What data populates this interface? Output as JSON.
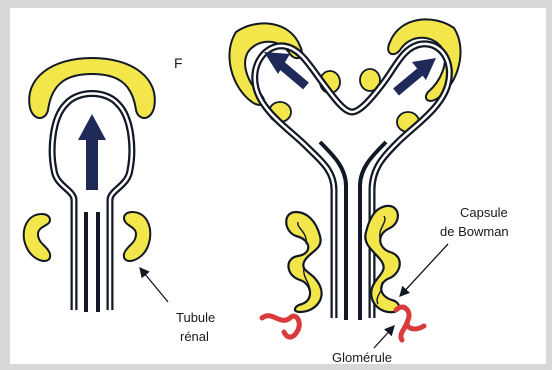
{
  "labels": {
    "panel_letter": "F",
    "tubule_line1": "Tubule",
    "tubule_line2": "rénal",
    "capsule_line1": "Capsule",
    "capsule_line2": "de Bowman",
    "glomerule": "Glomérule"
  },
  "colors": {
    "cap_yellow": "#f2e64b",
    "outline": "#121826",
    "arrow_navy": "#1f2a5a",
    "glomerule_red": "#d93a3a",
    "page_bg": "#ffffff",
    "frame_bg": "#d8d8d8"
  }
}
